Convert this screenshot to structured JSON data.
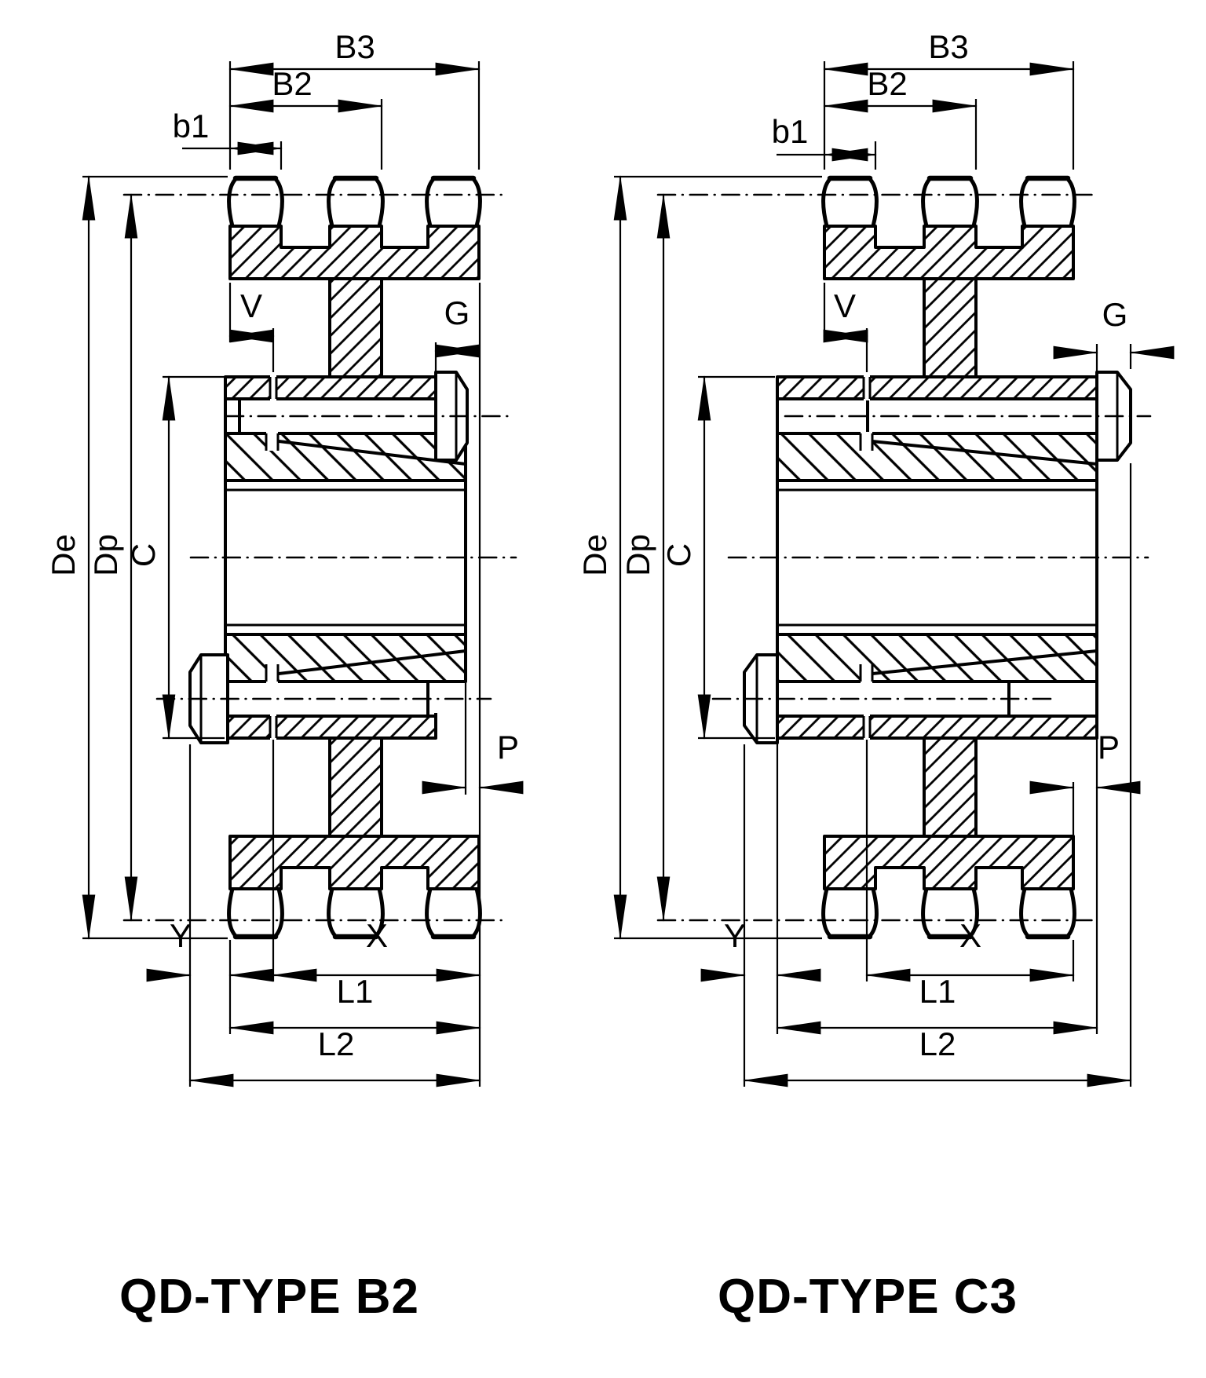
{
  "drawing": {
    "background_color": "#ffffff",
    "ink_color": "#000000",
    "figures": [
      {
        "id": "qd-type-b2",
        "caption": "QD-TYPE B2",
        "labels": {
          "b3": "B3",
          "b2": "B2",
          "b1": "b1",
          "v": "V",
          "g": "G",
          "de": "De",
          "dp": "Dp",
          "c": "C",
          "p": "P",
          "y": "Y",
          "x": "X",
          "l1": "L1",
          "l2": "L2"
        }
      },
      {
        "id": "qd-type-c3",
        "caption": "QD-TYPE C3",
        "labels": {
          "b3": "B3",
          "b2": "B2",
          "b1": "b1",
          "v": "V",
          "g": "G",
          "de": "De",
          "dp": "Dp",
          "c": "C",
          "p": "P",
          "y": "Y",
          "x": "X",
          "l1": "L1",
          "l2": "L2"
        }
      }
    ]
  }
}
